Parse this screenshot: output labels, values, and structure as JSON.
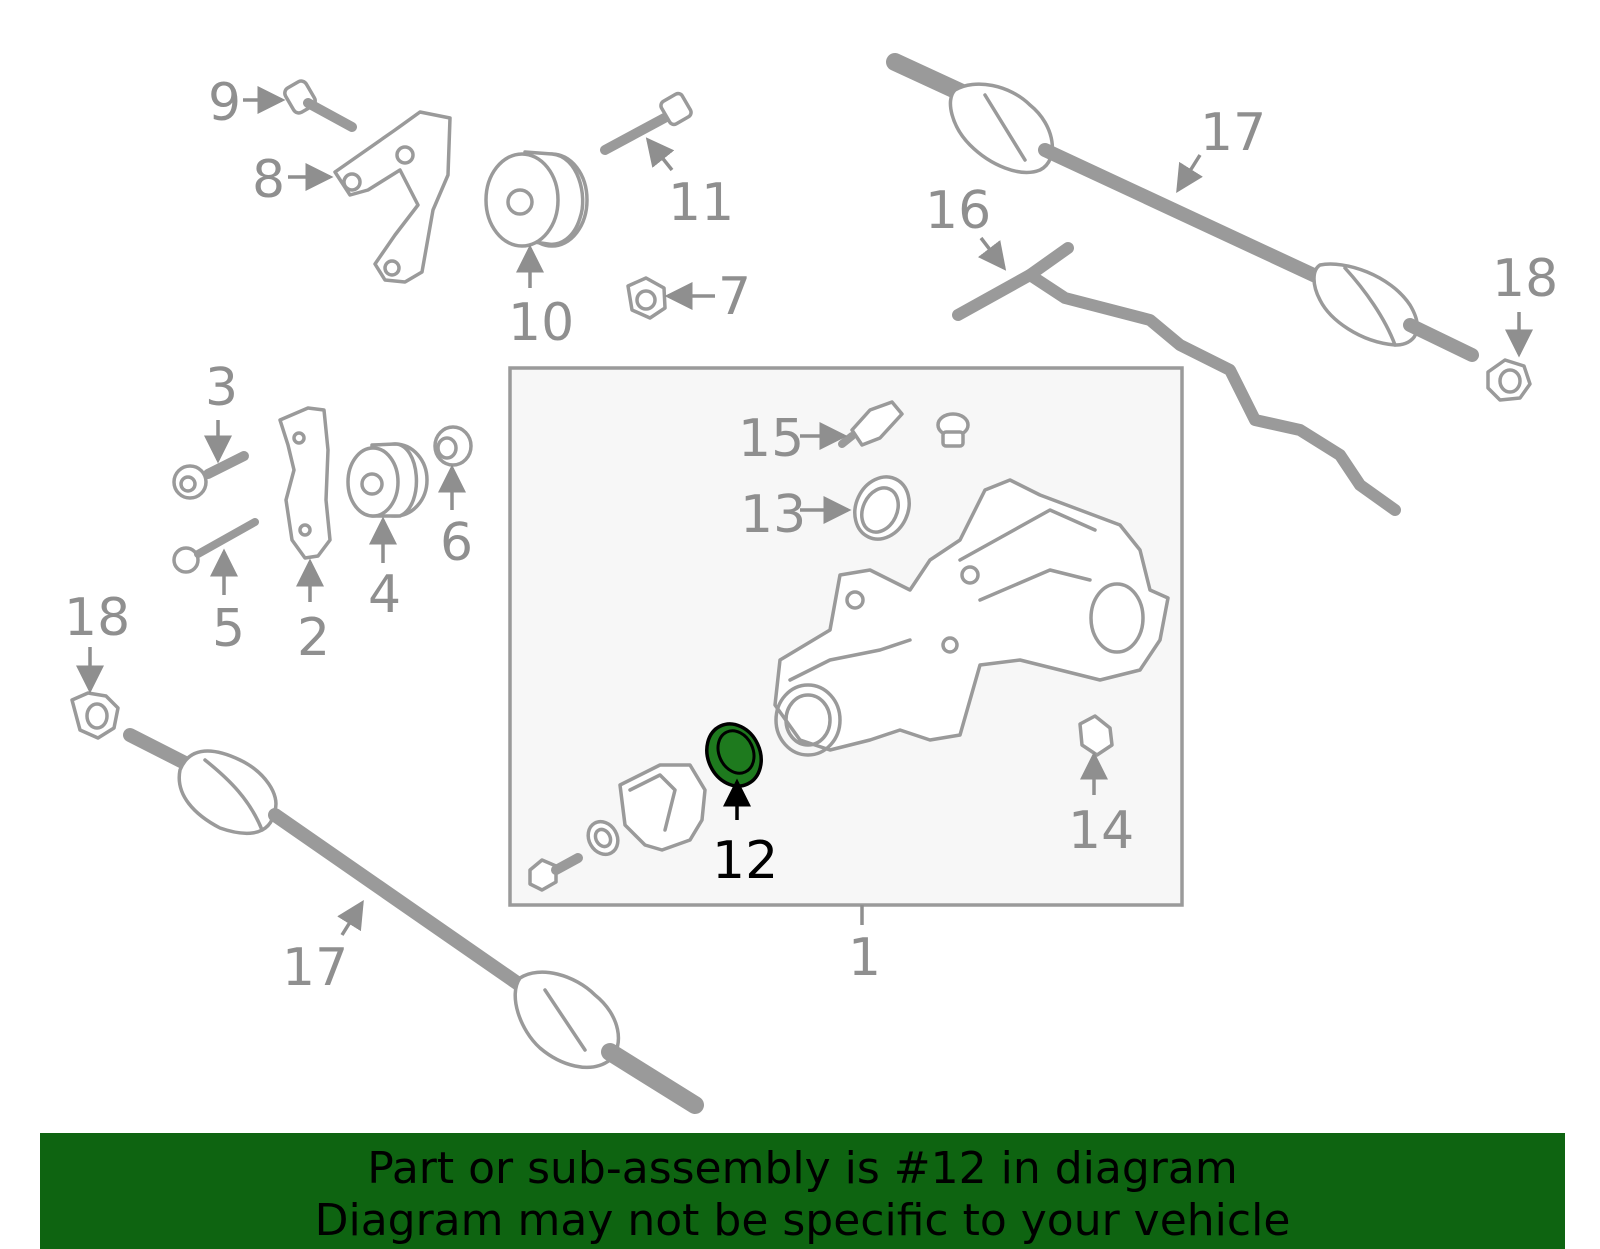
{
  "callouts": {
    "c1": "1",
    "c2": "2",
    "c3": "3",
    "c4": "4",
    "c5": "5",
    "c6": "6",
    "c7": "7",
    "c8": "8",
    "c9": "9",
    "c10": "10",
    "c11": "11",
    "c12": "12",
    "c13": "13",
    "c14": "14",
    "c15": "15",
    "c16": "16",
    "c17a": "17",
    "c17b": "17",
    "c18a": "18",
    "c18b": "18"
  },
  "highlight": {
    "part": "12",
    "color": "#1e7a1e"
  },
  "banner": {
    "line1": "Part or sub-assembly is #12 in diagram",
    "line2": "Diagram may not be specific to your vehicle",
    "background": "#0e6411"
  }
}
